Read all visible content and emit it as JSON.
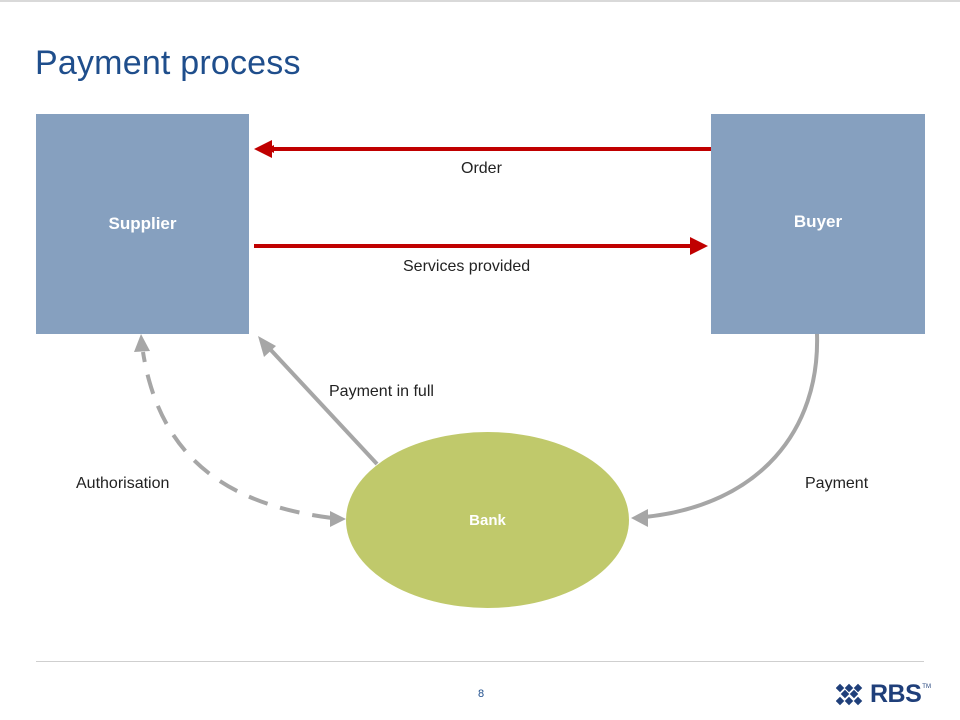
{
  "title": "Payment process",
  "nodes": {
    "supplier": "Supplier",
    "buyer": "Buyer",
    "bank": "Bank"
  },
  "edges": {
    "order": "Order",
    "services": "Services provided",
    "payment_in_full": "Payment in full",
    "authorisation": "Authorisation",
    "payment": "Payment"
  },
  "colors": {
    "title": "#1f4e8c",
    "party_box": "#86a0bf",
    "bank": "#c0c96b",
    "red_arrow": "#c00000",
    "grey_arrow": "#a6a6a6"
  },
  "footer": {
    "page_number": "8",
    "logo_text": "RBS",
    "logo_tm": "TM"
  }
}
